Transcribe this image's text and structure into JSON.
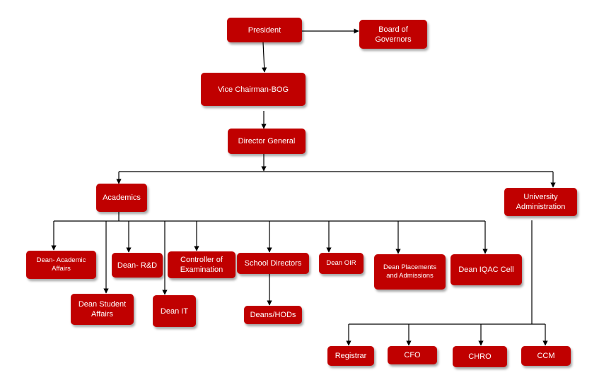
{
  "nodes": {
    "president": "President",
    "board_of_governors": "Board of Governors",
    "vice_chairman": "Vice Chairman-BOG",
    "director_general": "Director General",
    "academics": "Academics",
    "university_administration": "University Administration",
    "dean_academic_affairs": "Dean- Academic Affairs",
    "dean_student_affairs": "Dean Student Affairs",
    "dean_rd": "Dean- R&D",
    "dean_it": "Dean IT",
    "controller_of_examination": "Controller of Examination",
    "school_directors": "School Directors",
    "deans_hods": "Deans/HODs",
    "dean_oir": "Dean OIR",
    "dean_placements": "Dean Placements and Admissions",
    "dean_iqac": "Dean IQAC Cell",
    "registrar": "Registrar",
    "cfo": "CFO",
    "chro": "CHRO",
    "ccm": "CCM"
  },
  "colors": {
    "node_fill": "#c00000",
    "node_text": "#ffffff",
    "connector": "#000000"
  }
}
